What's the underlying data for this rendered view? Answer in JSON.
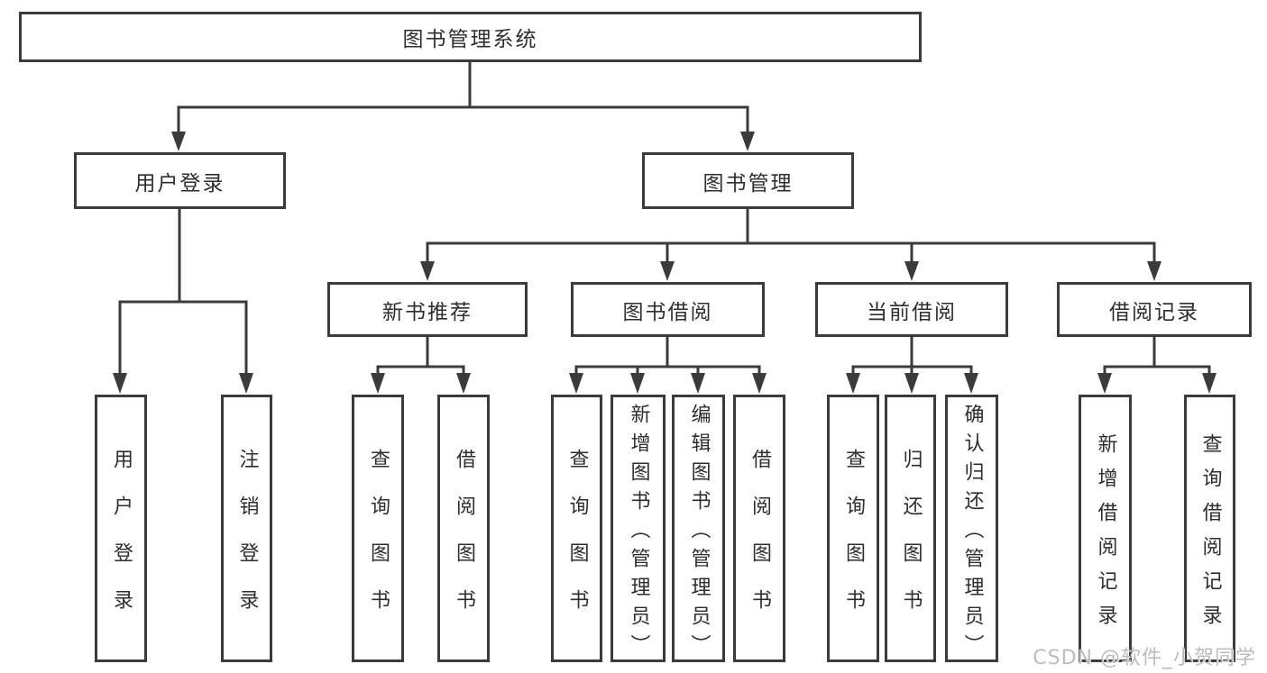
{
  "tree": {
    "label": "图书管理系统",
    "children": [
      {
        "label": "用户登录",
        "children": [
          {
            "label": "用户登录"
          },
          {
            "label": "注销登录"
          }
        ]
      },
      {
        "label": "图书管理",
        "children": [
          {
            "label": "新书推荐",
            "children": [
              {
                "label": "查询图书"
              },
              {
                "label": "借阅图书"
              }
            ]
          },
          {
            "label": "图书借阅",
            "children": [
              {
                "label": "查询图书"
              },
              {
                "label": "新增图书（管理员）"
              },
              {
                "label": "编辑图书（管理员）"
              },
              {
                "label": "借阅图书"
              }
            ]
          },
          {
            "label": "当前借阅",
            "children": [
              {
                "label": "查询图书"
              },
              {
                "label": "归还图书"
              },
              {
                "label": "确认归还（管理员）"
              }
            ]
          },
          {
            "label": "借阅记录",
            "children": [
              {
                "label": "新增借阅记录"
              },
              {
                "label": "查询借阅记录"
              }
            ]
          }
        ]
      }
    ]
  },
  "watermark": {
    "text": "CSDN @软件_小贺同学"
  },
  "colors": {
    "line": "#3b3b3b",
    "text": "#2e2e2e",
    "background": "#ffffff",
    "watermark": "#b9bcc0"
  }
}
